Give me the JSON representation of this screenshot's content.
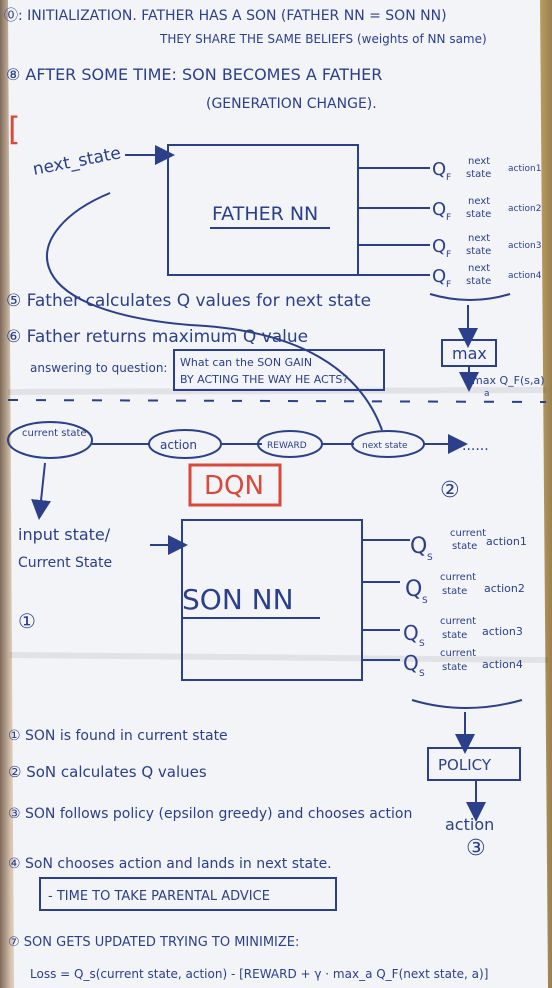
{
  "notes": {
    "step0_line1": "⓪: INITIALIZATION. FATHER HAS A SON (FATHER NN = SON NN)",
    "step0_line2": "THEY SHARE THE SAME BELIEFS (weights of NN same)",
    "step8_line1": "⑧ AFTER SOME TIME: SON BECOMES A FATHER",
    "step8_line2": "(GENERATION CHANGE).",
    "bracket": "[",
    "next_state_label": "next_state",
    "father_box": "FATHER NN",
    "father_outputs": [
      {
        "q": "Q",
        "sub": "F",
        "arg1": "next",
        "arg2": "state",
        "act": "action1"
      },
      {
        "q": "Q",
        "sub": "F",
        "arg1": "next",
        "arg2": "state",
        "act": "action2"
      },
      {
        "q": "Q",
        "sub": "F",
        "arg1": "next",
        "arg2": "state",
        "act": "action3"
      },
      {
        "q": "Q",
        "sub": "F",
        "arg1": "next",
        "arg2": "state",
        "act": "action4"
      }
    ],
    "step5": "⑤ Father calculates Q values for next state",
    "step6": "⑥ Father returns maximum Q value",
    "answering": "answering to question:",
    "question_line1": "What can the SON GAIN",
    "question_line2": "BY ACTING THE WAY HE ACTS?",
    "max_box": "max",
    "max_formula": "max Q_F(s,a)",
    "max_sub": "a",
    "chain": [
      "current state",
      "action",
      "REWARD",
      "next state",
      "......"
    ],
    "dqn": "DQN",
    "step2_marker": "②",
    "input_label_line1": "input state/",
    "input_label_line2": "Current State",
    "step1_marker": "①",
    "son_box": "SON NN",
    "son_outputs": [
      {
        "q": "Q",
        "sub": "S",
        "arg1": "current",
        "arg2": "state",
        "act": "action1"
      },
      {
        "q": "Q",
        "sub": "S",
        "arg1": "current",
        "arg2": "state",
        "act": "action2"
      },
      {
        "q": "Q",
        "sub": "S",
        "arg1": "current",
        "arg2": "state",
        "act": "action3"
      },
      {
        "q": "Q",
        "sub": "S",
        "arg1": "current",
        "arg2": "state",
        "act": "action4"
      }
    ],
    "policy_box": "POLICY",
    "action_label": "action",
    "step3_marker": "③",
    "list": [
      "① SON is found in current state",
      "② SoN calculates Q values",
      "③ SON follows policy (epsilon greedy) and chooses action",
      "④ SoN chooses action and lands in next state.",
      "⑦ SON GETS UPDATED TRYING TO MINIMIZE:"
    ],
    "parental": "- TIME TO TAKE PARENTAL ADVICE",
    "loss": "Loss = Q_s(current state, action) - [REWARD + γ · max_a Q_F(next state, a)]"
  },
  "colors": {
    "ink": "#2b3f8a",
    "red": "#d9483b",
    "paper": "#f2f3f6"
  }
}
